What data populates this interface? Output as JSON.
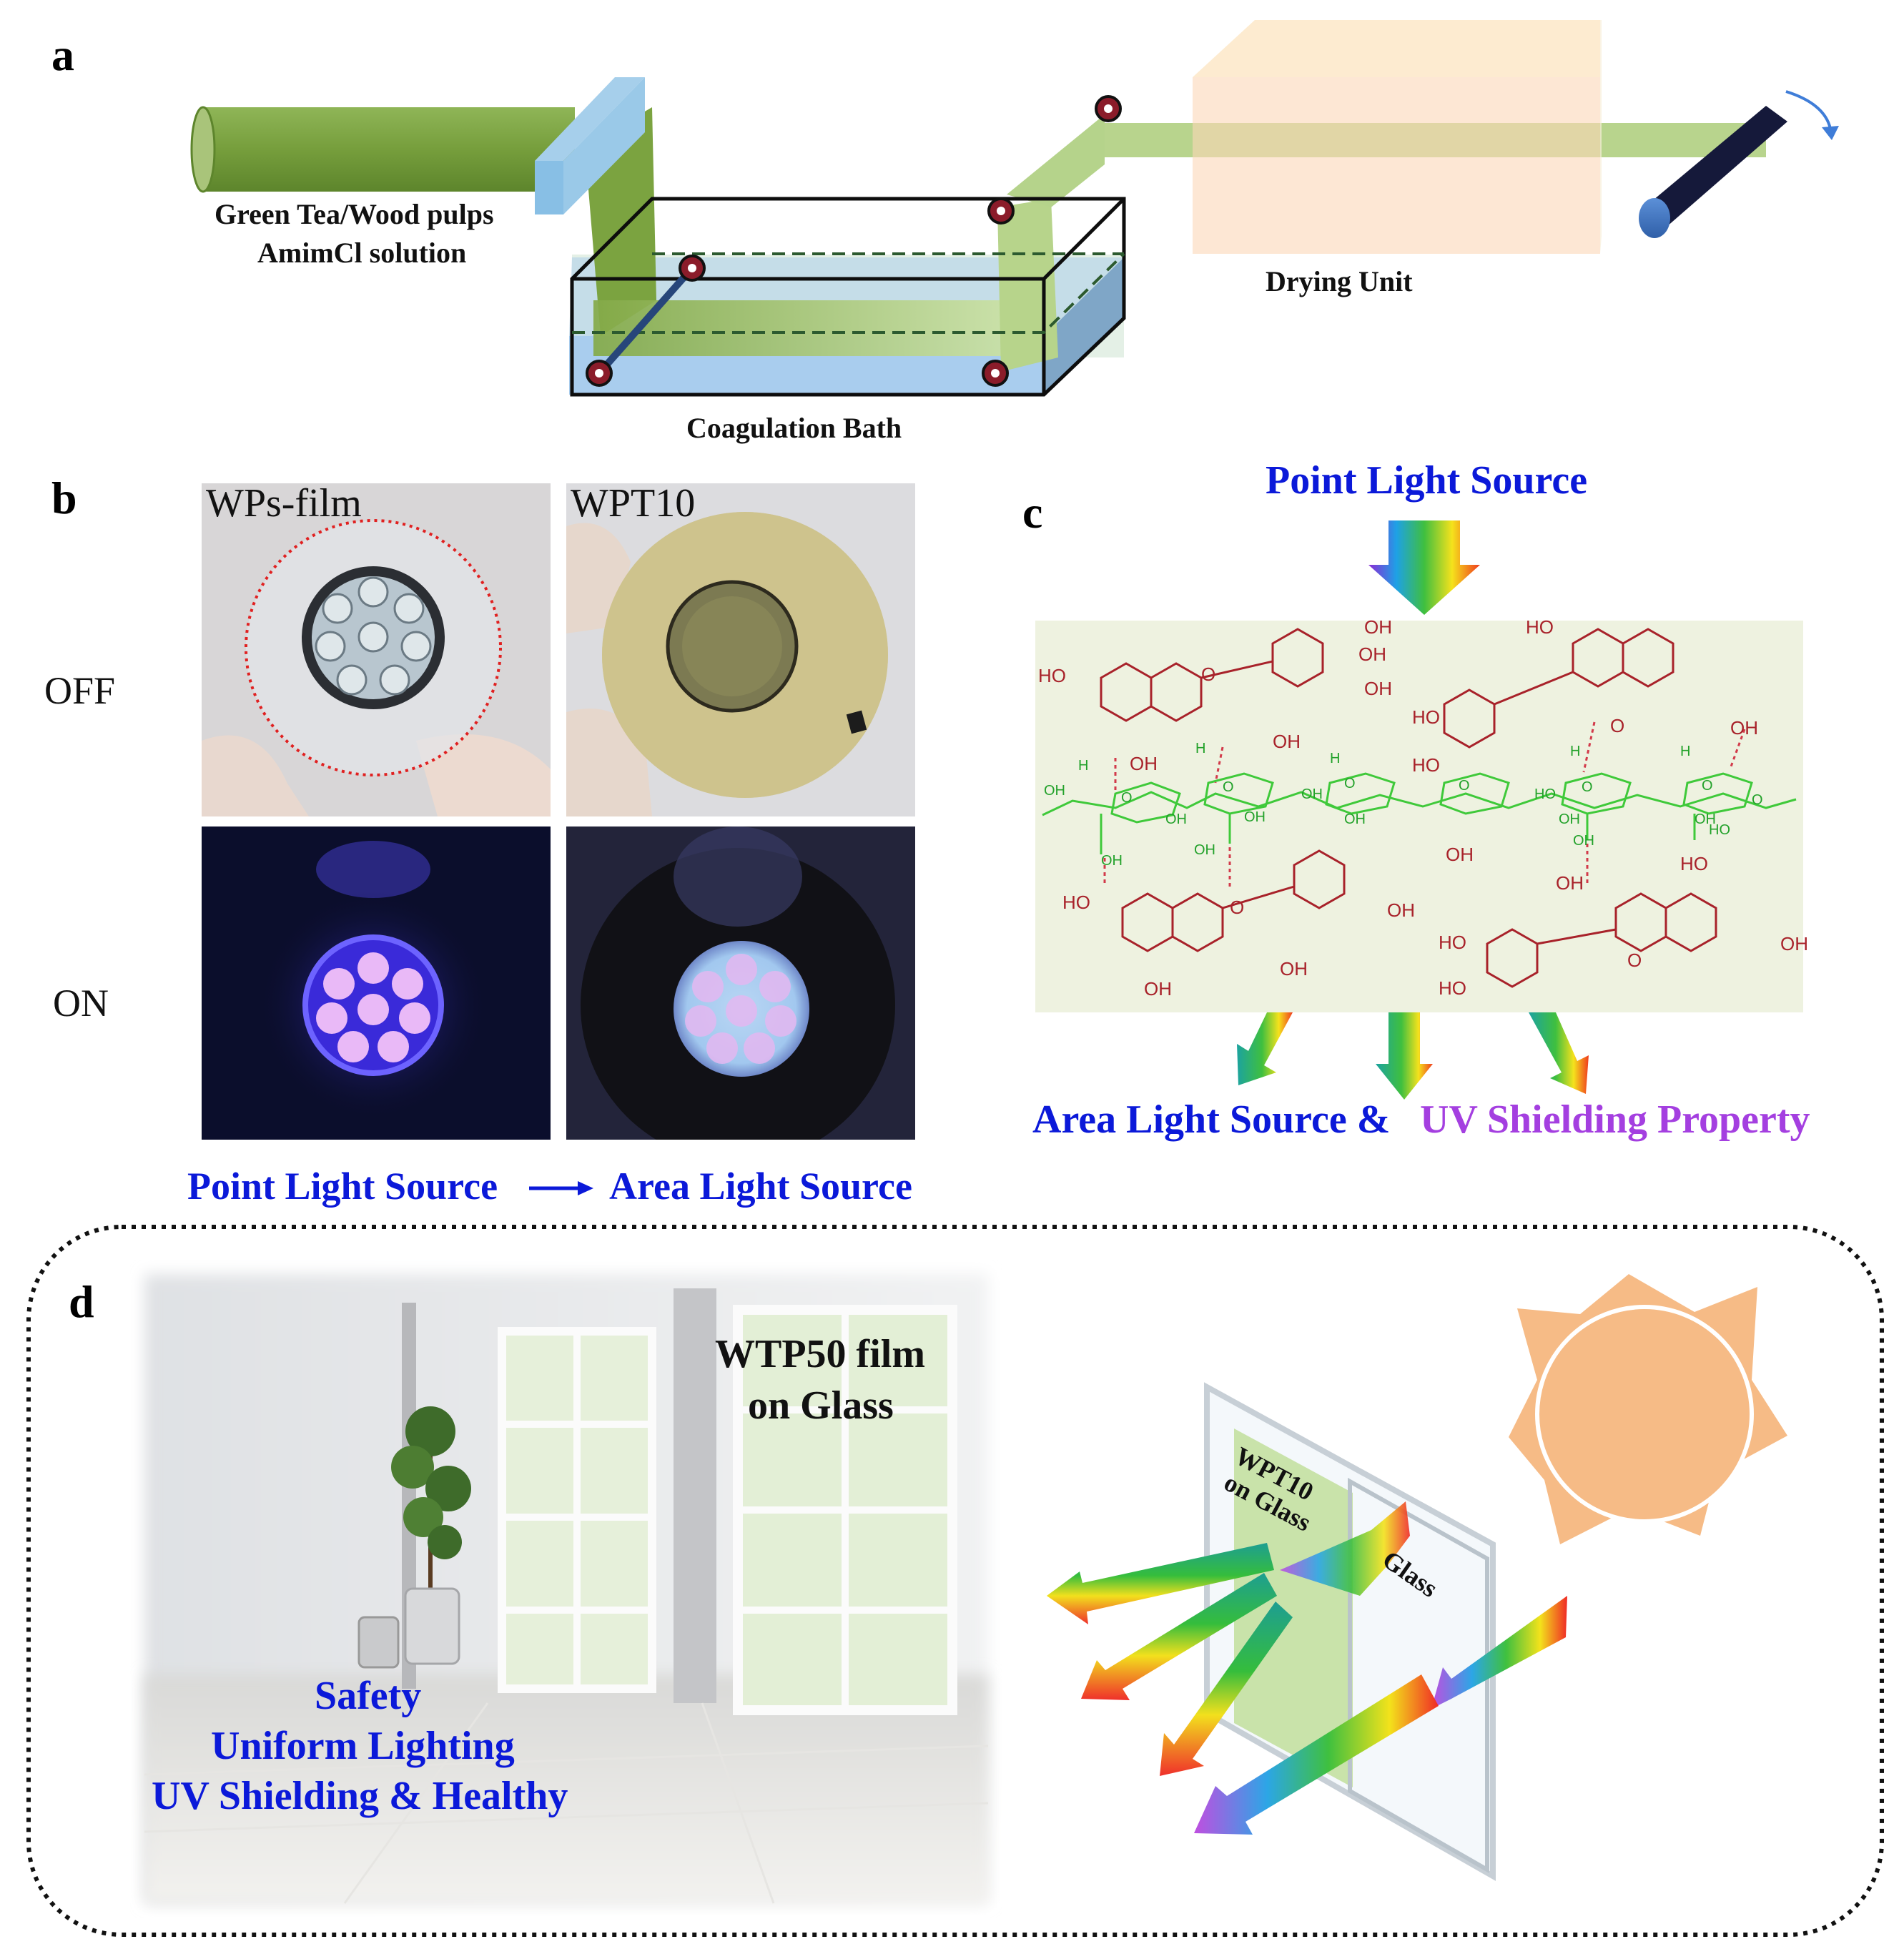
{
  "panels": {
    "a": {
      "letter": "a",
      "solution_line1": "Green Tea/Wood pulps",
      "solution_line2": "AmimCl solution",
      "bath_label": "Coagulation Bath",
      "dryer_label": "Drying Unit"
    },
    "b": {
      "letter": "b",
      "col_left": "WPs-film",
      "col_right": "WPT10",
      "row_off": "OFF",
      "row_on": "ON",
      "footer_left": "Point Light Source",
      "footer_right": "Area Light Source"
    },
    "c": {
      "letter": "c",
      "top_title": "Point Light Source",
      "bottom_left": "Area Light Source &",
      "bottom_right": "UV Shielding Property",
      "chem_labels": [
        "OH",
        "OH",
        "HO",
        "OH",
        "OH",
        "HO",
        "OH",
        "HO",
        "HO",
        "OH",
        "HO",
        "OH",
        "OH",
        "OH",
        "OH",
        "OH",
        "OH",
        "OH",
        "OH",
        "HO",
        "OH",
        "OH",
        "HO",
        "OH",
        "OH",
        "OH",
        "HO",
        "OH",
        "HO",
        "HO",
        "OH",
        "OH",
        "H",
        "H",
        "H",
        "H",
        "H",
        "O",
        "O",
        "O",
        "O",
        "O",
        "O",
        "O",
        "O",
        "O",
        "O",
        "O"
      ]
    },
    "d": {
      "letter": "d",
      "film_line1": "WTP50 film",
      "film_line2": "on Glass",
      "benefit_line1": "Safety",
      "benefit_line2": "Uniform Lighting",
      "benefit_line3": "UV Shielding & Healthy",
      "inset_line1": "WPT10",
      "inset_line2": "on Glass",
      "glass_label": "Glass"
    }
  },
  "colors": {
    "film_green": "#7aa642",
    "film_light": "#c7de9e",
    "bath_blue": "#a9cdee",
    "roller": "#8b1c2a",
    "label_blue": "#0b19d9",
    "label_violet": "#a43fe0",
    "chem_red": "#a8222a",
    "chem_green": "#3fc93a",
    "sun": "#f6bb86"
  }
}
